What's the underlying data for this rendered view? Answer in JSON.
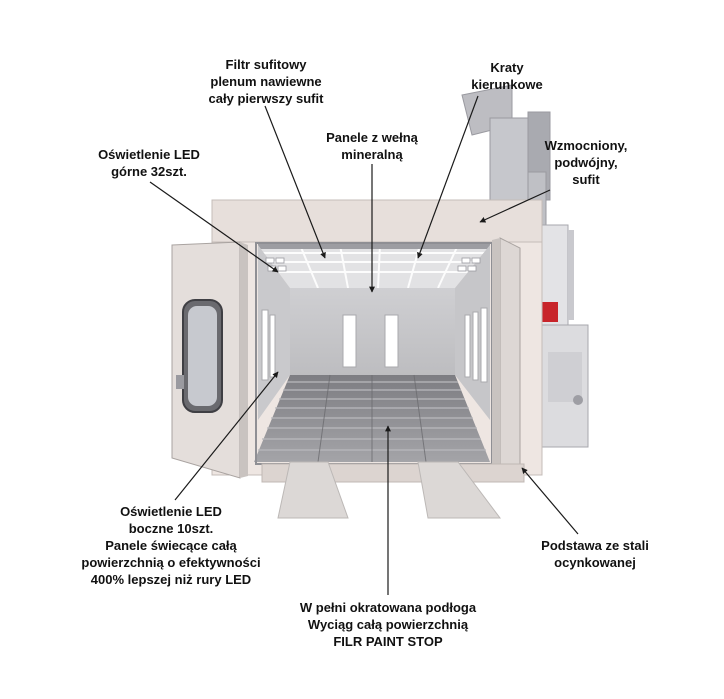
{
  "labels": {
    "ceiling_filter": "Filtr sufitowy\nplenum nawiewne\ncały pierwszy sufit",
    "directional_grilles": "Kraty\nkierunkowe",
    "mineral_wool_panels": "Panele z wełną\nmineralną",
    "top_led": "Oświetlenie LED\ngórne 32szt.",
    "reinforced_ceiling": "Wzmocniony,\npodwójny,\nsufit",
    "side_led": "Oświetlenie LED\nboczne 10szt.\nPanele świecące całą\npowierzchnią o efektywności\n400% lepszej niż rury LED",
    "galvanized_base": "Podstawa ze stali\nocynkowanej",
    "grated_floor": "W pełni okratowana podłoga\nWyciąg całą powierzchnią\nFILR PAINT STOP"
  },
  "colors": {
    "booth_outer": "#eee6e2",
    "booth_interior": "#d4d4d6",
    "door_panel": "#e4dedb",
    "floor_grate": "#8e8e92",
    "heater_red": "#c8242a",
    "leader_line": "#1a1a1a"
  }
}
